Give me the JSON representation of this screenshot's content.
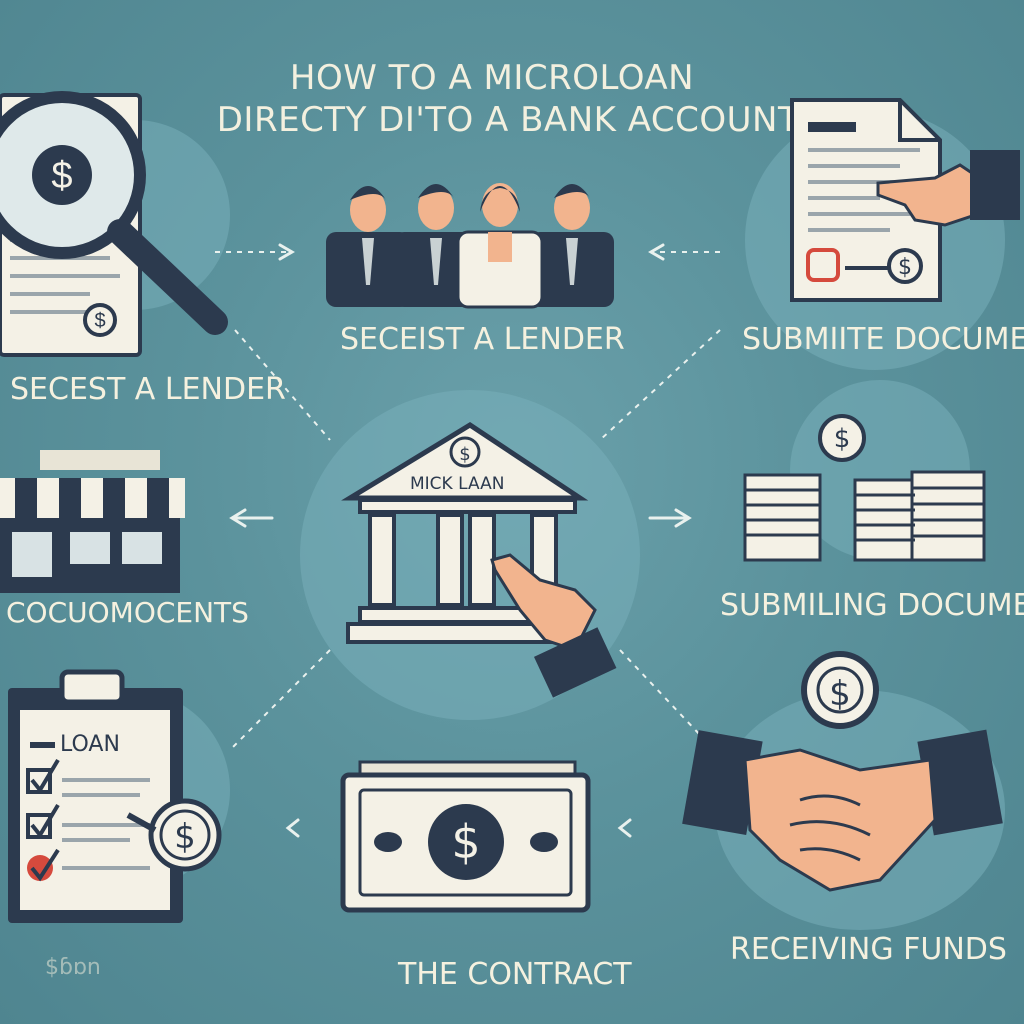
{
  "title": {
    "line1": "HOW TO  A MICROLOAN",
    "line2": "DIRECTY DI'TO A BANK ACCOUNT"
  },
  "center": {
    "bank_sign": "MICK LAAN",
    "bank_icon": "bank-building-icon"
  },
  "steps": [
    {
      "label": "SECEIST A LENDER",
      "icon": "team-of-people-icon"
    },
    {
      "label": "SUBMIITE DOCUMEN",
      "icon": "document-with-pointing-hand-icon"
    },
    {
      "label": "SECEST A LENDER",
      "icon": "magnifier-document-icon"
    },
    {
      "label": "COCUOMOCENTS",
      "icon": "storefront-icon"
    },
    {
      "label": "SUBMILING DOCUMENT",
      "icon": "stacked-bills-icon"
    },
    {
      "label": "LOAN",
      "icon": "clipboard-checklist-icon"
    },
    {
      "label": "THE CONTRACT",
      "icon": "banknote-icon"
    },
    {
      "label": "RECEIVING FUNDS",
      "icon": "handshake-icon"
    },
    {
      "label": "$ɓɒn",
      "icon": "faded-text"
    }
  ],
  "colors": {
    "background": "#5a8f9a",
    "navy": "#2c3a4e",
    "paper": "#f4f1e6",
    "skin": "#f2b48e",
    "text": "#f5f1df"
  }
}
